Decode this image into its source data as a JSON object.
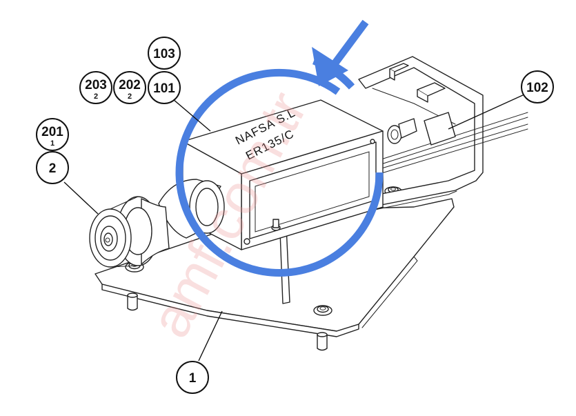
{
  "callouts": [
    {
      "id": "c1",
      "number": "1",
      "sub": ""
    },
    {
      "id": "c2",
      "number": "2",
      "sub": ""
    },
    {
      "id": "c201",
      "number": "201",
      "sub": "1"
    },
    {
      "id": "c203",
      "number": "203",
      "sub": "2"
    },
    {
      "id": "c202",
      "number": "202",
      "sub": "2"
    },
    {
      "id": "c101",
      "number": "101",
      "sub": ""
    },
    {
      "id": "c103",
      "number": "103",
      "sub": ""
    },
    {
      "id": "c102",
      "number": "102",
      "sub": ""
    }
  ],
  "solenoid_label": {
    "line1": "NAFSA S.L",
    "line2": "ER135/C"
  },
  "watermark": "amf.com.tr",
  "colors": {
    "rotation_arrow": "#4a7fe0",
    "ink": "#222222",
    "watermark": "#eb9696"
  },
  "icons": {
    "rotation": "rotation-arrow-icon"
  }
}
